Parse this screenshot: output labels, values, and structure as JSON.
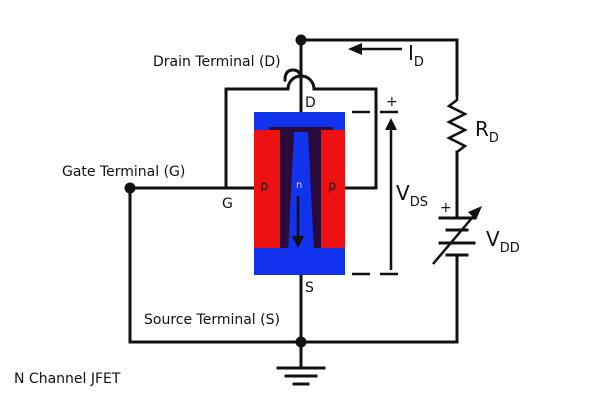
{
  "labels": {
    "drain_terminal": "Drain Terminal (D)",
    "gate_terminal": "Gate Terminal (G)",
    "source_terminal": "Source Terminal (S)",
    "caption": "N Channel JFET",
    "d": "D",
    "s": "S",
    "g": "G",
    "p_left": "p",
    "p_right": "p",
    "n": "n",
    "id_main": "I",
    "id_sub": "D",
    "rd_main": "R",
    "rd_sub": "D",
    "vds_main": "V",
    "vds_sub": "DS",
    "vdd_main": "V",
    "vdd_sub": "DD",
    "plus_vds": "+",
    "plus_vdd": "+"
  },
  "colors": {
    "n_region": "#1133ee",
    "p_region": "#ee1111",
    "depletion": "#2a0a3a",
    "wire": "#111111"
  }
}
